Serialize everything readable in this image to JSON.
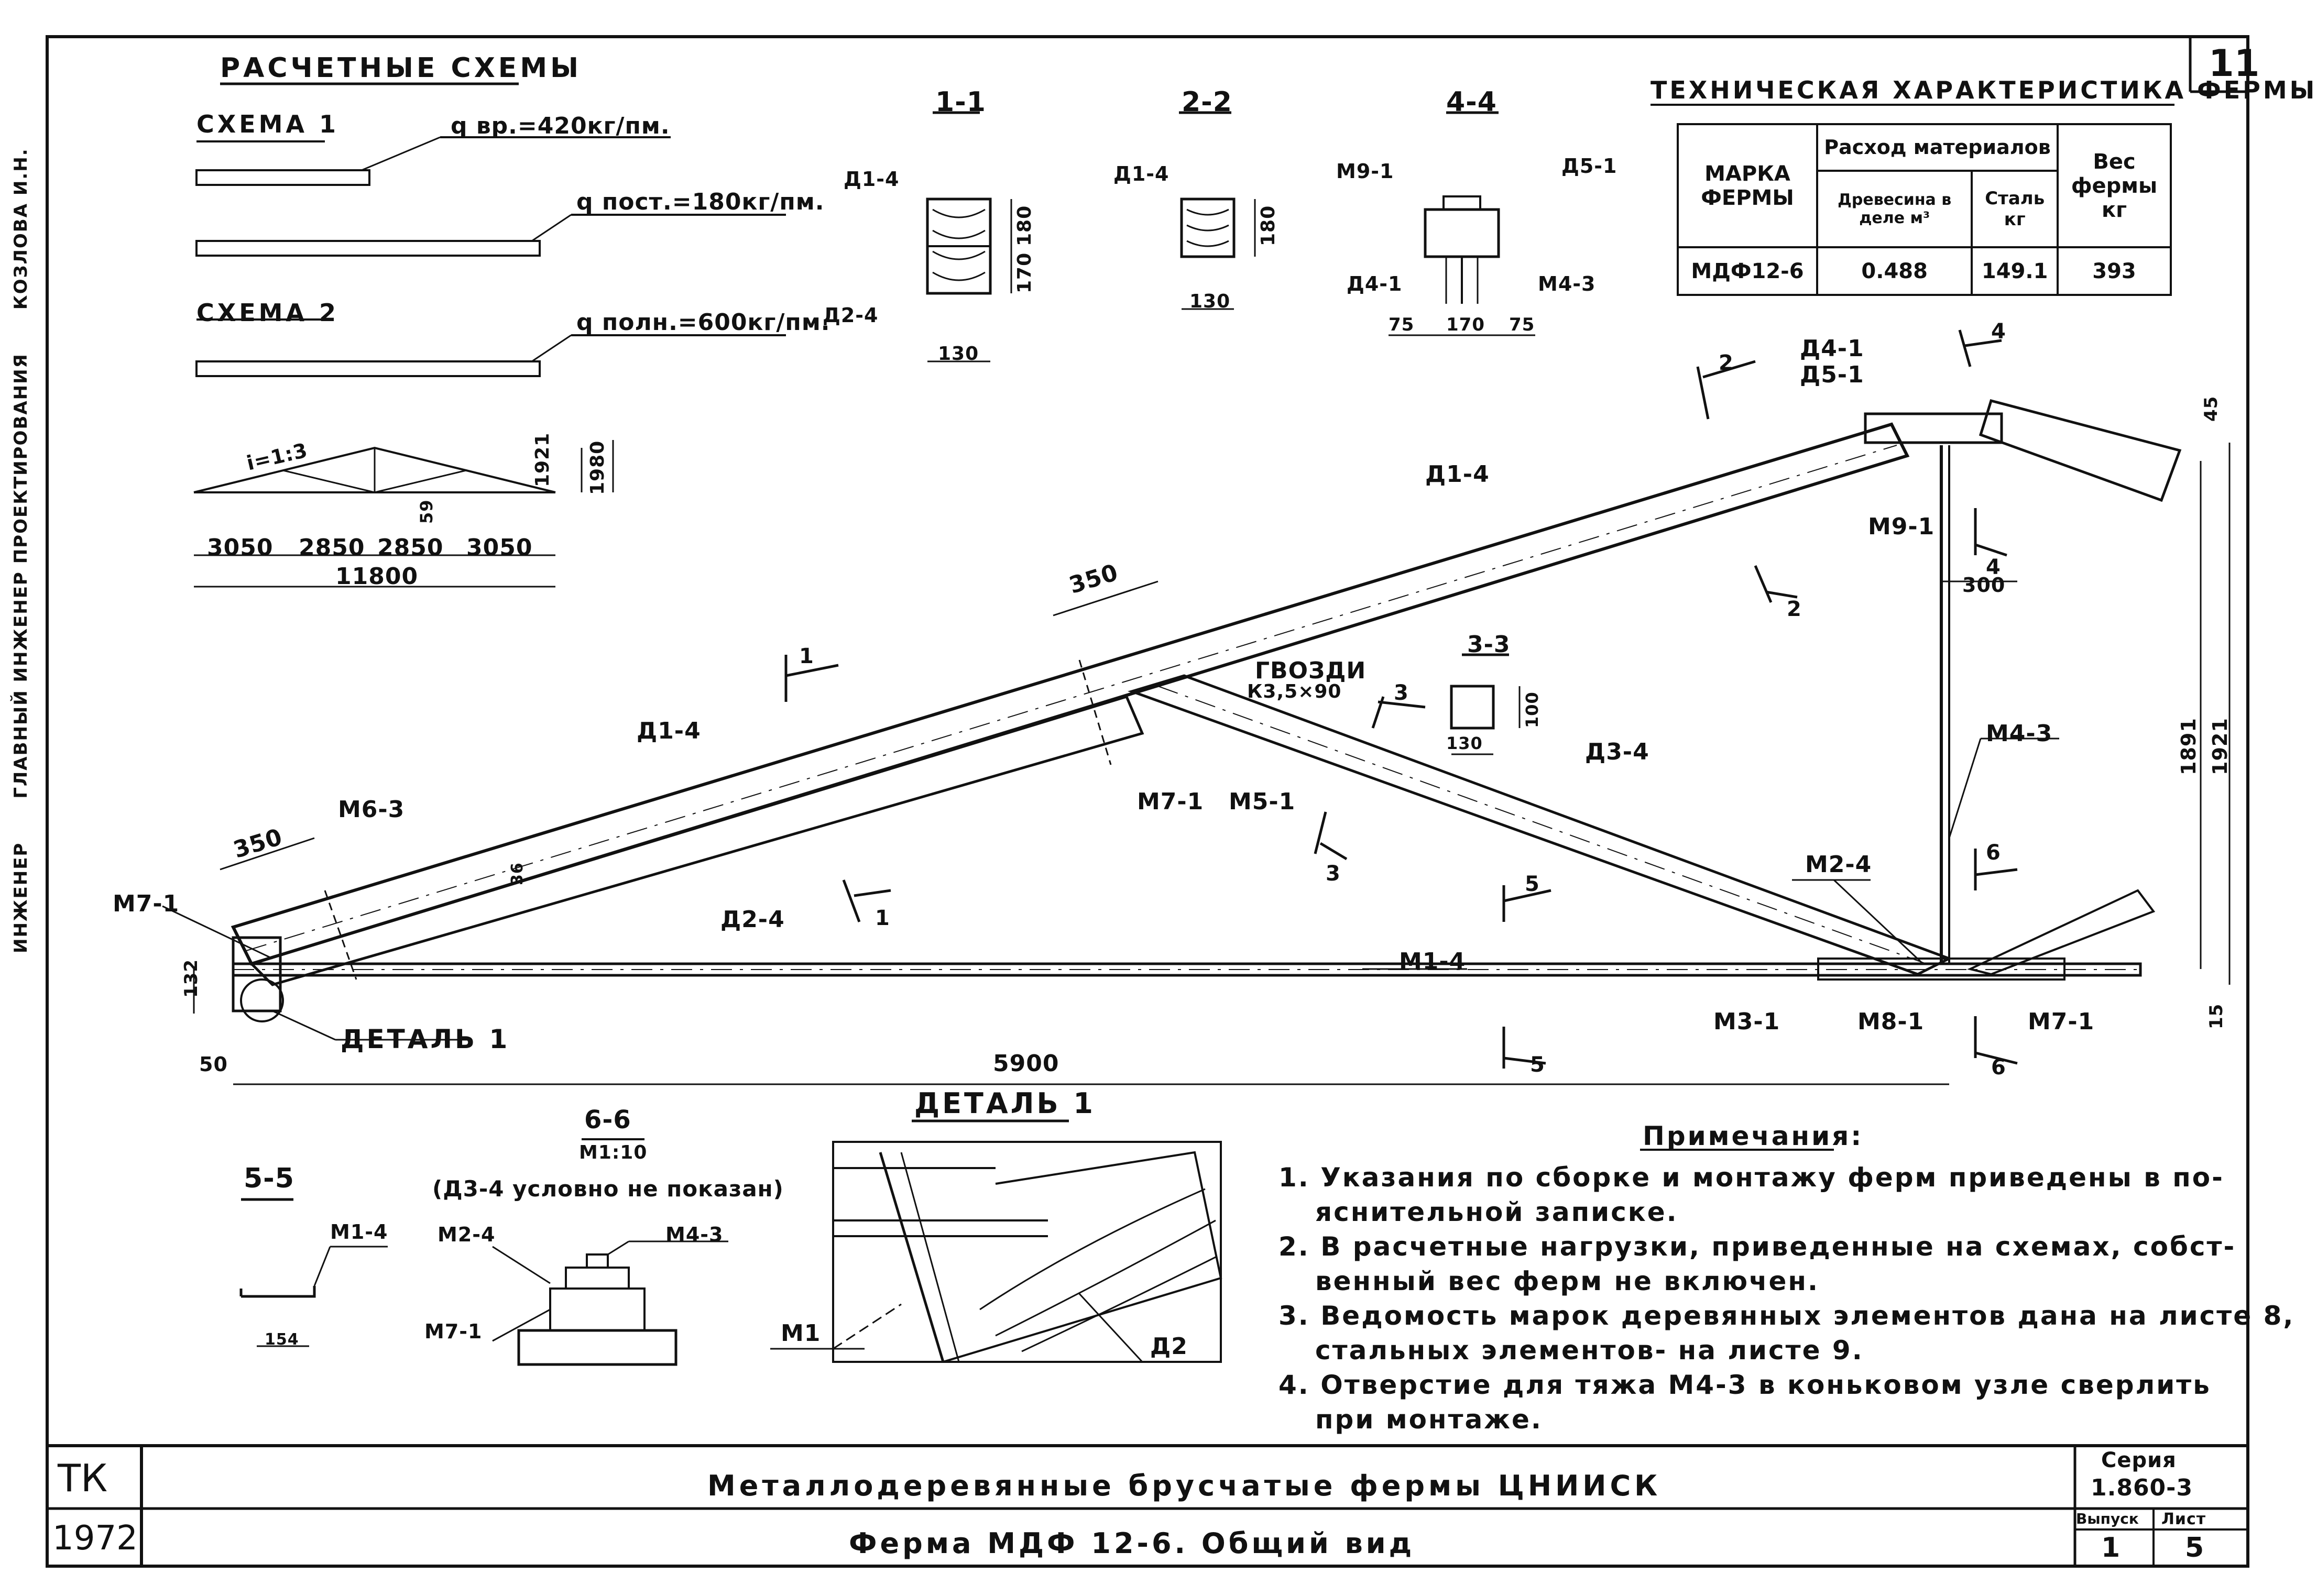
{
  "sheet_no_top": "11",
  "schemes": {
    "title": "РАСЧЕТНЫЕ СХЕМЫ",
    "scheme1": "СХЕМА 1",
    "load_temp": "q вр.=420кг/пм.",
    "load_perm": "q пост.=180кг/пм.",
    "scheme2": "СХЕМА 2",
    "load_full": "q полн.=600кг/пм.",
    "slope": "i=1:3",
    "dims": [
      "3050",
      "2850",
      "2850",
      "3050"
    ],
    "total": "11800",
    "h1": "1921",
    "h2": "1980",
    "h3": "59"
  },
  "sections": {
    "s11": "1-1",
    "s22": "2-2",
    "s44": "4-4",
    "s33": "3-3",
    "s55": "5-5",
    "s66": "6-6",
    "s66_scale": "М1:10",
    "s66_note": "(Д3-4 условно не показан)",
    "d14": "Д1-4",
    "d24": "Д2-4",
    "d14b": "Д1-4",
    "d41": "Д4-1",
    "d51": "Д5-1",
    "m91": "М9-1",
    "m43": "М4-3",
    "v180": "180",
    "v130": "130",
    "v170": "170",
    "v75a": "75",
    "v75b": "75",
    "v130b": "130",
    "v100": "100",
    "v154": "154",
    "m14": "М1-4",
    "m24": "М2-4",
    "m43b": "М4-3",
    "m71": "М7-1"
  },
  "tech": {
    "title": "ТЕХНИЧЕСКАЯ ХАРАКТЕРИСТИКА ФЕРМЫ",
    "h_mark": "МАРКА ФЕРМЫ",
    "h_mat": "Расход материалов",
    "h_wood": "Древесина в деле м³",
    "h_steel": "Сталь кг",
    "h_weight": "Вес фермы кг",
    "mark": "МДФ12-6",
    "wood": "0.488",
    "steel": "149.1",
    "weight": "393"
  },
  "truss": {
    "d14_top": "Д1-4",
    "d14": "Д1-4",
    "d24": "Д2-4",
    "d34": "Д3-4",
    "d41": "Д4-1",
    "d51": "Д5-1",
    "m63": "М6-3",
    "m71a": "М7-1",
    "m71b": "М7-1",
    "m71c": "М7-1",
    "m51": "М5-1",
    "m44": "М1-4",
    "m24": "М2-4",
    "m31": "М3-1",
    "m81": "М8-1",
    "m43": "М4-3",
    "m91": "М9-1",
    "nails": "ГВОЗДИ",
    "nails2": "К3,5×90",
    "detail": "ДЕТАЛЬ 1",
    "dim350a": "350",
    "dim350b": "350",
    "dim300": "300",
    "dim5900": "5900",
    "dim132": "132",
    "dim50": "50",
    "dim1891": "1891",
    "dim1921": "1921",
    "dim45": "45",
    "dim15": "15",
    "dim36": "36",
    "cut": [
      "1",
      "1",
      "2",
      "2",
      "3",
      "3",
      "4",
      "4",
      "5",
      "5",
      "6",
      "6"
    ]
  },
  "detail1": {
    "title": "ДЕТАЛЬ 1",
    "m1": "М1",
    "d2": "Д2"
  },
  "notes": {
    "title": "Примечания:",
    "items": [
      "1. Указания по сборке и монтажу ферм приведены в по-",
      "яснительной записке.",
      "2. В расчетные нагрузки, приведенные на схемах, собст-",
      "венный вес ферм не включен.",
      "3. Ведомость марок деревянных элементов дана на листе 8,",
      "стальных элементов- на листе 9.",
      "4. Отверстие для тяжа М4-3 в коньковом узле сверлить",
      "при монтаже."
    ]
  },
  "stamp": {
    "tk": "ТК",
    "year": "1972",
    "title": "Металлодеревянные брусчатые фермы ЦНИИСК",
    "subtitle": "Ферма МДФ 12-6. Общий вид",
    "seria_label": "Серия",
    "seria": "1.860-3",
    "vypusk_label": "Выпуск",
    "vypusk": "1",
    "list_label": "Лист",
    "list": "5"
  },
  "side_strip": {
    "a": "КОЗЛОВА И.Н.",
    "b": "ГЛАВНЫЙ ИНЖЕНЕР ПРОЕКТИРОВАНИЯ",
    "c": "ИНЖЕНЕР"
  }
}
